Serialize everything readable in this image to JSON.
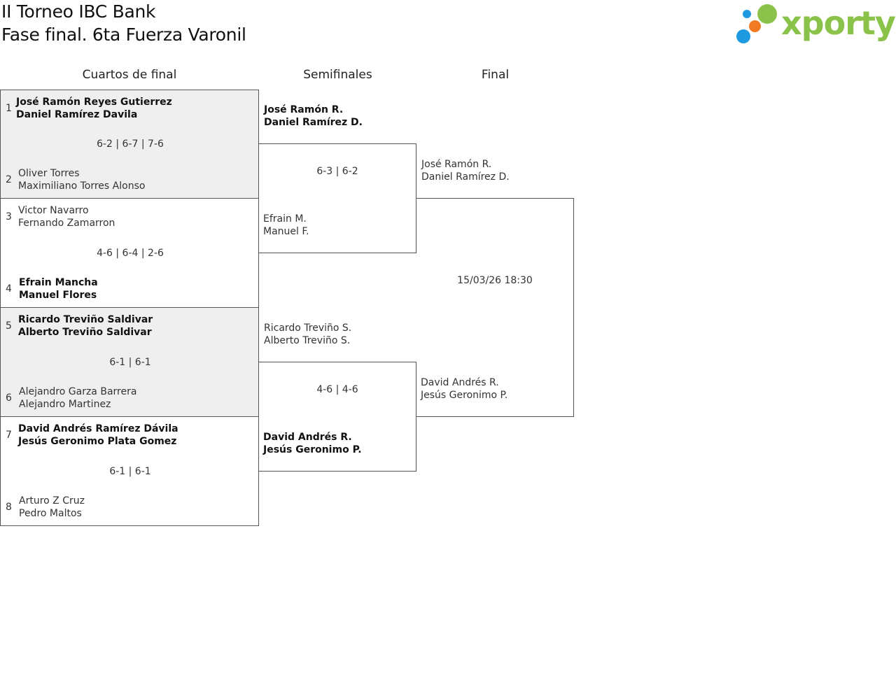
{
  "header": {
    "title_line1": "II Torneo IBC Bank",
    "title_line2": "Fase final. 6ta Fuerza Varonil"
  },
  "logo": {
    "text": "xporty",
    "colors": {
      "green": "#8bc34a",
      "blue": "#1e9be0",
      "orange": "#f07b22"
    }
  },
  "rounds": {
    "quarterfinals": "Cuartos de final",
    "semifinals": "Semifinales",
    "final": "Final"
  },
  "quarterfinals": [
    {
      "score": "6-2 | 6-7 | 7-6",
      "top": {
        "seed": "1",
        "line1": "José Ramón Reyes Gutierrez",
        "line2": "Daniel Ramírez Davila"
      },
      "bottom": {
        "seed": "2",
        "line1": "Oliver Torres",
        "line2": "Maximiliano Torres Alonso"
      }
    },
    {
      "score": "4-6 | 6-4 | 2-6",
      "top": {
        "seed": "3",
        "line1": "Victor Navarro",
        "line2": "Fernando Zamarron"
      },
      "bottom": {
        "seed": "4",
        "line1": "Efrain Mancha",
        "line2": "Manuel Flores"
      }
    },
    {
      "score": "6-1 | 6-1",
      "top": {
        "seed": "5",
        "line1": "Ricardo Treviño Saldivar",
        "line2": "Alberto Treviño Saldivar"
      },
      "bottom": {
        "seed": "6",
        "line1": "Alejandro Garza Barrera",
        "line2": "Alejandro Martinez"
      }
    },
    {
      "score": "6-1 | 6-1",
      "top": {
        "seed": "7",
        "line1": "David Andrés Ramírez Dávila",
        "line2": "Jesús Geronimo Plata Gomez"
      },
      "bottom": {
        "seed": "8",
        "line1": "Arturo Z Cruz",
        "line2": "Pedro Maltos"
      }
    }
  ],
  "semifinals": [
    {
      "score": "6-3 | 6-2",
      "top": {
        "line1": "José Ramón R.",
        "line2": "Daniel Ramírez D."
      },
      "bottom": {
        "line1": "Efrain M.",
        "line2": "Manuel F."
      }
    },
    {
      "score": "4-6 | 4-6",
      "top": {
        "line1": "Ricardo Treviño S.",
        "line2": "Alberto Treviño S."
      },
      "bottom": {
        "line1": "David Andrés R.",
        "line2": "Jesús Geronimo P."
      }
    }
  ],
  "final": {
    "datetime": "15/03/26 18:30",
    "top": {
      "line1": "José Ramón R.",
      "line2": "Daniel Ramírez D."
    },
    "bottom": {
      "line1": "David Andrés R.",
      "line2": "Jesús Geronimo P."
    }
  }
}
